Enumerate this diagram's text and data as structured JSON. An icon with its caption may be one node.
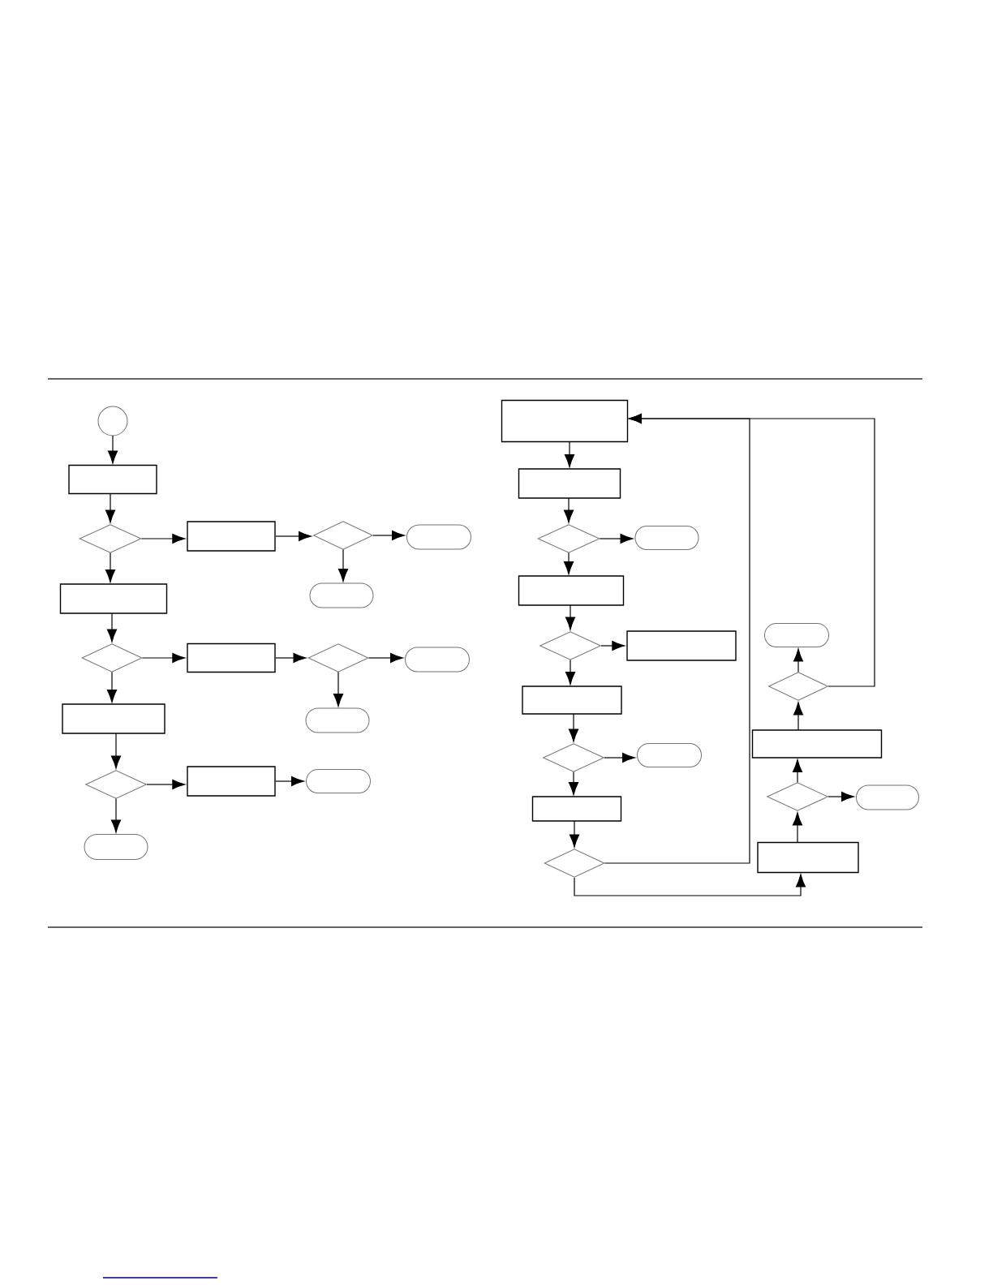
{
  "diagram": {
    "nodes": [
      {
        "text": [],
        "shape": "circle"
      },
      {
        "text": [],
        "shape": "box"
      },
      {
        "text": [],
        "shape": "diamond"
      },
      {
        "text": [],
        "shape": "box"
      },
      {
        "text": [],
        "shape": "diamond"
      },
      {
        "text": [],
        "shape": "terminal"
      },
      {
        "text": [],
        "shape": "terminal"
      },
      {
        "text": [],
        "shape": "box"
      },
      {
        "text": [],
        "shape": "diamond"
      },
      {
        "text": [],
        "shape": "box"
      },
      {
        "text": [],
        "shape": "diamond"
      },
      {
        "text": [],
        "shape": "terminal"
      },
      {
        "text": [],
        "shape": "terminal"
      },
      {
        "text": [],
        "shape": "box"
      },
      {
        "text": [],
        "shape": "diamond"
      },
      {
        "text": [],
        "shape": "box"
      },
      {
        "text": [],
        "shape": "terminal"
      },
      {
        "text": [],
        "shape": "terminal"
      },
      {
        "text": [],
        "shape": "box"
      },
      {
        "text": [],
        "shape": "box"
      },
      {
        "text": [],
        "shape": "diamond"
      },
      {
        "text": [],
        "shape": "terminal"
      },
      {
        "text": [],
        "shape": "box"
      },
      {
        "text": [],
        "shape": "diamond"
      },
      {
        "text": [],
        "shape": "box"
      },
      {
        "text": [],
        "shape": "box"
      },
      {
        "text": [],
        "shape": "diamond"
      },
      {
        "text": [],
        "shape": "terminal"
      },
      {
        "text": [],
        "shape": "box"
      },
      {
        "text": [],
        "shape": "diamond"
      },
      {
        "text": [],
        "shape": "box"
      },
      {
        "text": [],
        "shape": "diamond"
      },
      {
        "text": [],
        "shape": "terminal"
      },
      {
        "text": [],
        "shape": "box"
      },
      {
        "text": [],
        "shape": "diamond"
      },
      {
        "text": [],
        "shape": "terminal"
      }
    ],
    "edges": [
      {
        "from": 0,
        "to": 1,
        "arrow": "to"
      },
      {
        "from": 1,
        "to": 2,
        "arrow": "to"
      },
      {
        "from": 2,
        "to": 3,
        "arrow": "to"
      },
      {
        "from": 3,
        "to": 4,
        "arrow": "to"
      },
      {
        "from": 4,
        "to": 5,
        "arrow": "to"
      },
      {
        "from": 4,
        "to": 6,
        "arrow": "to"
      },
      {
        "from": 2,
        "to": 7,
        "arrow": "to"
      },
      {
        "from": 7,
        "to": 8,
        "arrow": "to"
      },
      {
        "from": 8,
        "to": 9,
        "arrow": "to"
      },
      {
        "from": 9,
        "to": 10,
        "arrow": "to"
      },
      {
        "from": 10,
        "to": 11,
        "arrow": "to"
      },
      {
        "from": 10,
        "to": 12,
        "arrow": "to"
      },
      {
        "from": 8,
        "to": 13,
        "arrow": "to"
      },
      {
        "from": 13,
        "to": 14,
        "arrow": "to"
      },
      {
        "from": 14,
        "to": 15,
        "arrow": "to"
      },
      {
        "from": 15,
        "to": 16,
        "arrow": "to"
      },
      {
        "from": 14,
        "to": 17,
        "arrow": "to"
      },
      {
        "from": 18,
        "to": 19,
        "arrow": "to"
      },
      {
        "from": 19,
        "to": 20,
        "arrow": "to"
      },
      {
        "from": 20,
        "to": 21,
        "arrow": "to"
      },
      {
        "from": 20,
        "to": 22,
        "arrow": "to"
      },
      {
        "from": 22,
        "to": 23,
        "arrow": "to"
      },
      {
        "from": 23,
        "to": 24,
        "arrow": "to"
      },
      {
        "from": 23,
        "to": 25,
        "arrow": "to"
      },
      {
        "from": 25,
        "to": 26,
        "arrow": "to"
      },
      {
        "from": 26,
        "to": 27,
        "arrow": "to"
      },
      {
        "from": 26,
        "to": 28,
        "arrow": "to"
      },
      {
        "from": 28,
        "to": 29,
        "arrow": "to"
      },
      {
        "from": 29,
        "to": 18,
        "arrow": "to"
      },
      {
        "from": 29,
        "to": 30,
        "arrow": "to"
      },
      {
        "from": 30,
        "to": 31,
        "arrow": "to"
      },
      {
        "from": 31,
        "to": 32,
        "arrow": "to"
      },
      {
        "from": 31,
        "to": 33,
        "arrow": "to"
      },
      {
        "from": 33,
        "to": 34,
        "arrow": "to"
      },
      {
        "from": 34,
        "to": 35,
        "arrow": "to"
      },
      {
        "from": 34,
        "to": 18,
        "arrow": "to"
      }
    ]
  }
}
